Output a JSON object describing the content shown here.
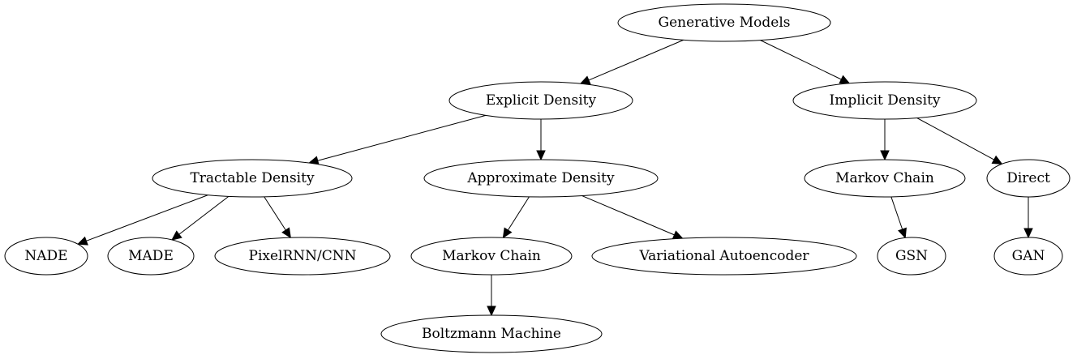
{
  "diagram": {
    "nodes": [
      {
        "id": "generative-models",
        "label": "Generative Models"
      },
      {
        "id": "explicit-density",
        "label": "Explicit Density"
      },
      {
        "id": "implicit-density",
        "label": "Implicit Density"
      },
      {
        "id": "tractable-density",
        "label": "Tractable Density"
      },
      {
        "id": "approximate-density",
        "label": "Approximate Density"
      },
      {
        "id": "markov-chain-implicit",
        "label": "Markov Chain"
      },
      {
        "id": "direct",
        "label": "Direct"
      },
      {
        "id": "nade",
        "label": "NADE"
      },
      {
        "id": "made",
        "label": "MADE"
      },
      {
        "id": "pixelrnn-cnn",
        "label": "PixelRNN/CNN"
      },
      {
        "id": "markov-chain-explicit",
        "label": "Markov Chain"
      },
      {
        "id": "variational-autoencoder",
        "label": "Variational Autoencoder"
      },
      {
        "id": "gsn",
        "label": "GSN"
      },
      {
        "id": "gan",
        "label": "GAN"
      },
      {
        "id": "boltzmann-machine",
        "label": "Boltzmann Machine"
      }
    ],
    "edges": [
      {
        "from": "generative-models",
        "to": "explicit-density"
      },
      {
        "from": "generative-models",
        "to": "implicit-density"
      },
      {
        "from": "explicit-density",
        "to": "tractable-density"
      },
      {
        "from": "explicit-density",
        "to": "approximate-density"
      },
      {
        "from": "implicit-density",
        "to": "markov-chain-implicit"
      },
      {
        "from": "implicit-density",
        "to": "direct"
      },
      {
        "from": "tractable-density",
        "to": "nade"
      },
      {
        "from": "tractable-density",
        "to": "made"
      },
      {
        "from": "tractable-density",
        "to": "pixelrnn-cnn"
      },
      {
        "from": "approximate-density",
        "to": "markov-chain-explicit"
      },
      {
        "from": "approximate-density",
        "to": "variational-autoencoder"
      },
      {
        "from": "markov-chain-implicit",
        "to": "gsn"
      },
      {
        "from": "direct",
        "to": "gan"
      },
      {
        "from": "markov-chain-explicit",
        "to": "boltzmann-machine"
      }
    ]
  }
}
